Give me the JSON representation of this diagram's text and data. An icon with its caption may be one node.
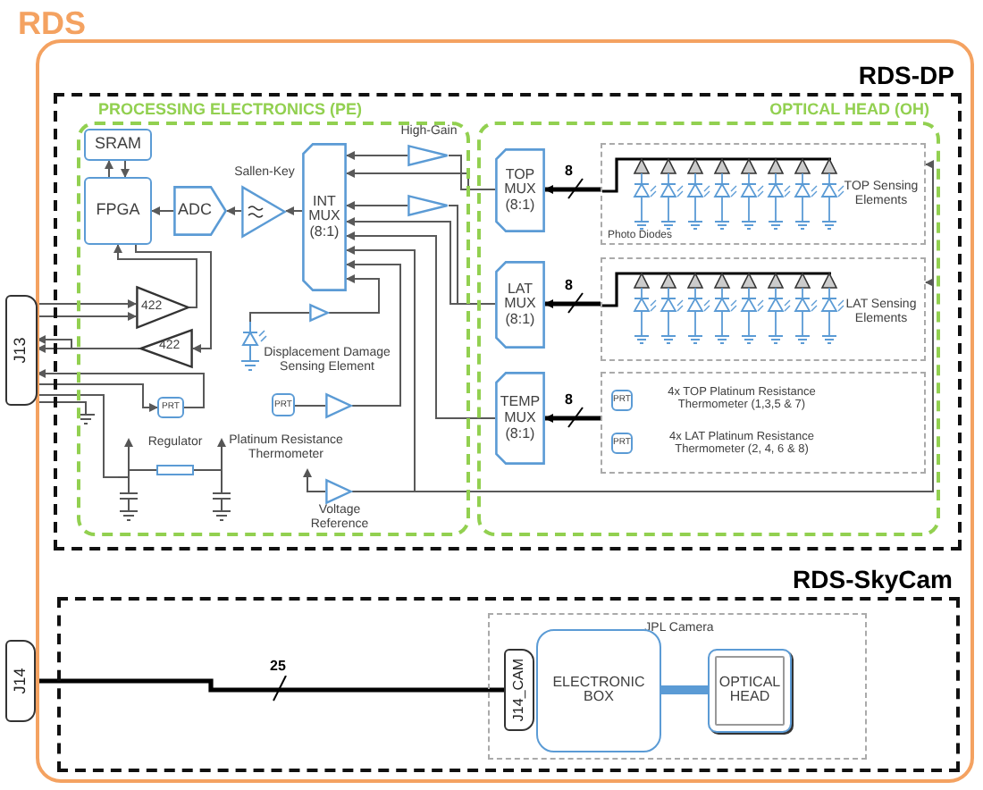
{
  "diagram": {
    "nodes": [
      {
        "text": [
          "RDS"
        ]
      },
      {
        "text": [
          "RDS-DP"
        ],
        "in": 0
      },
      {
        "text": [
          "PROCESSING ELECTRONICS (PE)"
        ],
        "in": 1
      },
      {
        "text": [
          "OPTICAL HEAD (OH)"
        ],
        "in": 1
      },
      {
        "text": [
          "SRAM"
        ],
        "in": 2
      },
      {
        "text": [
          "FPGA"
        ],
        "in": 2
      },
      {
        "text": [
          "ADC"
        ],
        "in": 2
      },
      {
        "text": [
          "Sallen-Key"
        ],
        "in": 2
      },
      {
        "text": [
          "INT MUX (8:1)"
        ],
        "in": 2
      },
      {
        "text": [
          "High-Gain"
        ],
        "in": 2
      },
      {
        "text": [],
        "shape": "triangle",
        "in": 2
      },
      {
        "text": [
          "422"
        ],
        "in": 2
      },
      {
        "text": [
          "422"
        ],
        "in": 2
      },
      {
        "text": [
          "Displacement Damage Sensing Element"
        ],
        "in": 2
      },
      {
        "text": [],
        "shape": "triangle",
        "in": 2
      },
      {
        "text": [
          "PRT"
        ],
        "in": 2
      },
      {
        "text": [
          "Regulator"
        ],
        "in": 2
      },
      {
        "text": [
          "PRT",
          "Platinum Resistance Thermometer"
        ],
        "in": 2
      },
      {
        "text": [],
        "shape": "triangle",
        "in": 2
      },
      {
        "text": [
          "Voltage Reference"
        ],
        "in": 2
      },
      {
        "text": [
          "J13"
        ]
      },
      {
        "text": [
          "TOP MUX (8:1)"
        ],
        "in": 3
      },
      {
        "text": [
          "LAT MUX (8:1)"
        ],
        "in": 3
      },
      {
        "text": [
          "TEMP MUX (8:1)"
        ],
        "in": 3
      },
      {
        "text": [
          "Photo Diodes",
          "TOP Sensing Elements"
        ],
        "in": 3
      },
      {
        "text": [
          "LAT Sensing Elements"
        ],
        "in": 3
      },
      {
        "text": [
          "4x TOP Platinum Resistance Thermometer (1,3,5 & 7)",
          "4x LAT Platinum Resistance Thermometer (2, 4, 6 & 8)"
        ],
        "in": 3
      },
      {
        "text": [
          "PRT"
        ],
        "in": 26
      },
      {
        "text": [
          "PRT"
        ],
        "in": 26
      },
      {
        "text": [
          "RDS-SkyCam"
        ],
        "in": 0
      },
      {
        "text": [
          "JPL Camera"
        ],
        "in": 29
      },
      {
        "text": [
          "J14"
        ]
      },
      {
        "text": [
          "J14_CAM"
        ],
        "in": 30
      },
      {
        "text": [
          "ELECTRONIC BOX"
        ],
        "in": 30
      },
      {
        "text": [
          "OPTICAL HEAD"
        ],
        "in": 30
      }
    ],
    "edges": [
      {
        "from": 5,
        "to": 4,
        "arrow": "to"
      },
      {
        "from": 4,
        "to": 5,
        "arrow": "to"
      },
      {
        "from": 6,
        "to": 5,
        "arrow": "to"
      },
      {
        "from": 7,
        "to": 6,
        "arrow": "to"
      },
      {
        "from": 8,
        "to": 7,
        "arrow": "to"
      },
      {
        "from": 9,
        "to": 8,
        "arrow": "to"
      },
      {
        "from": 10,
        "to": 8,
        "arrow": "to"
      },
      {
        "from": 21,
        "to": 9,
        "arrow": "none"
      },
      {
        "from": 21,
        "to": 8,
        "arrow": "to"
      },
      {
        "from": 22,
        "to": 10,
        "arrow": "none"
      },
      {
        "from": 22,
        "to": 8,
        "arrow": "to"
      },
      {
        "from": 23,
        "to": 8,
        "arrow": "to"
      },
      {
        "from": 19,
        "to": 8,
        "arrow": "to"
      },
      {
        "from": 19,
        "to": 24,
        "arrow": "to"
      },
      {
        "from": 19,
        "to": 25,
        "arrow": "to"
      },
      {
        "from": 14,
        "to": 8,
        "arrow": "to"
      },
      {
        "from": 13,
        "to": 14,
        "arrow": "none"
      },
      {
        "from": 17,
        "to": 18,
        "arrow": "none"
      },
      {
        "from": 18,
        "to": 8,
        "arrow": "to"
      },
      {
        "from": 11,
        "to": 5,
        "arrow": "to"
      },
      {
        "from": 5,
        "to": 12,
        "arrow": "to"
      },
      {
        "from": 20,
        "to": 11,
        "arrow": "to"
      },
      {
        "from": 20,
        "to": 11,
        "arrow": "to"
      },
      {
        "from": 12,
        "to": 20,
        "arrow": "to"
      },
      {
        "from": 12,
        "to": 20,
        "arrow": "to"
      },
      {
        "from": 20,
        "to": 15,
        "arrow": "to"
      },
      {
        "from": 15,
        "to": 20,
        "arrow": "to"
      },
      {
        "from": 20,
        "to": 16,
        "arrow": "none"
      },
      {
        "from": 24,
        "to": 21,
        "arrow": "to",
        "label": "8",
        "style": "thick",
        "color": "#000000"
      },
      {
        "from": 25,
        "to": 22,
        "arrow": "to",
        "label": "8",
        "style": "thick",
        "color": "#000000"
      },
      {
        "from": 26,
        "to": 23,
        "arrow": "to",
        "label": "8",
        "style": "thick",
        "color": "#000000"
      },
      {
        "from": 31,
        "to": 32,
        "arrow": "none",
        "label": "25",
        "style": "thick",
        "color": "#000000"
      },
      {
        "from": 33,
        "to": 34,
        "arrow": "none",
        "style": "thick",
        "color": "#5b9bd5"
      }
    ]
  }
}
